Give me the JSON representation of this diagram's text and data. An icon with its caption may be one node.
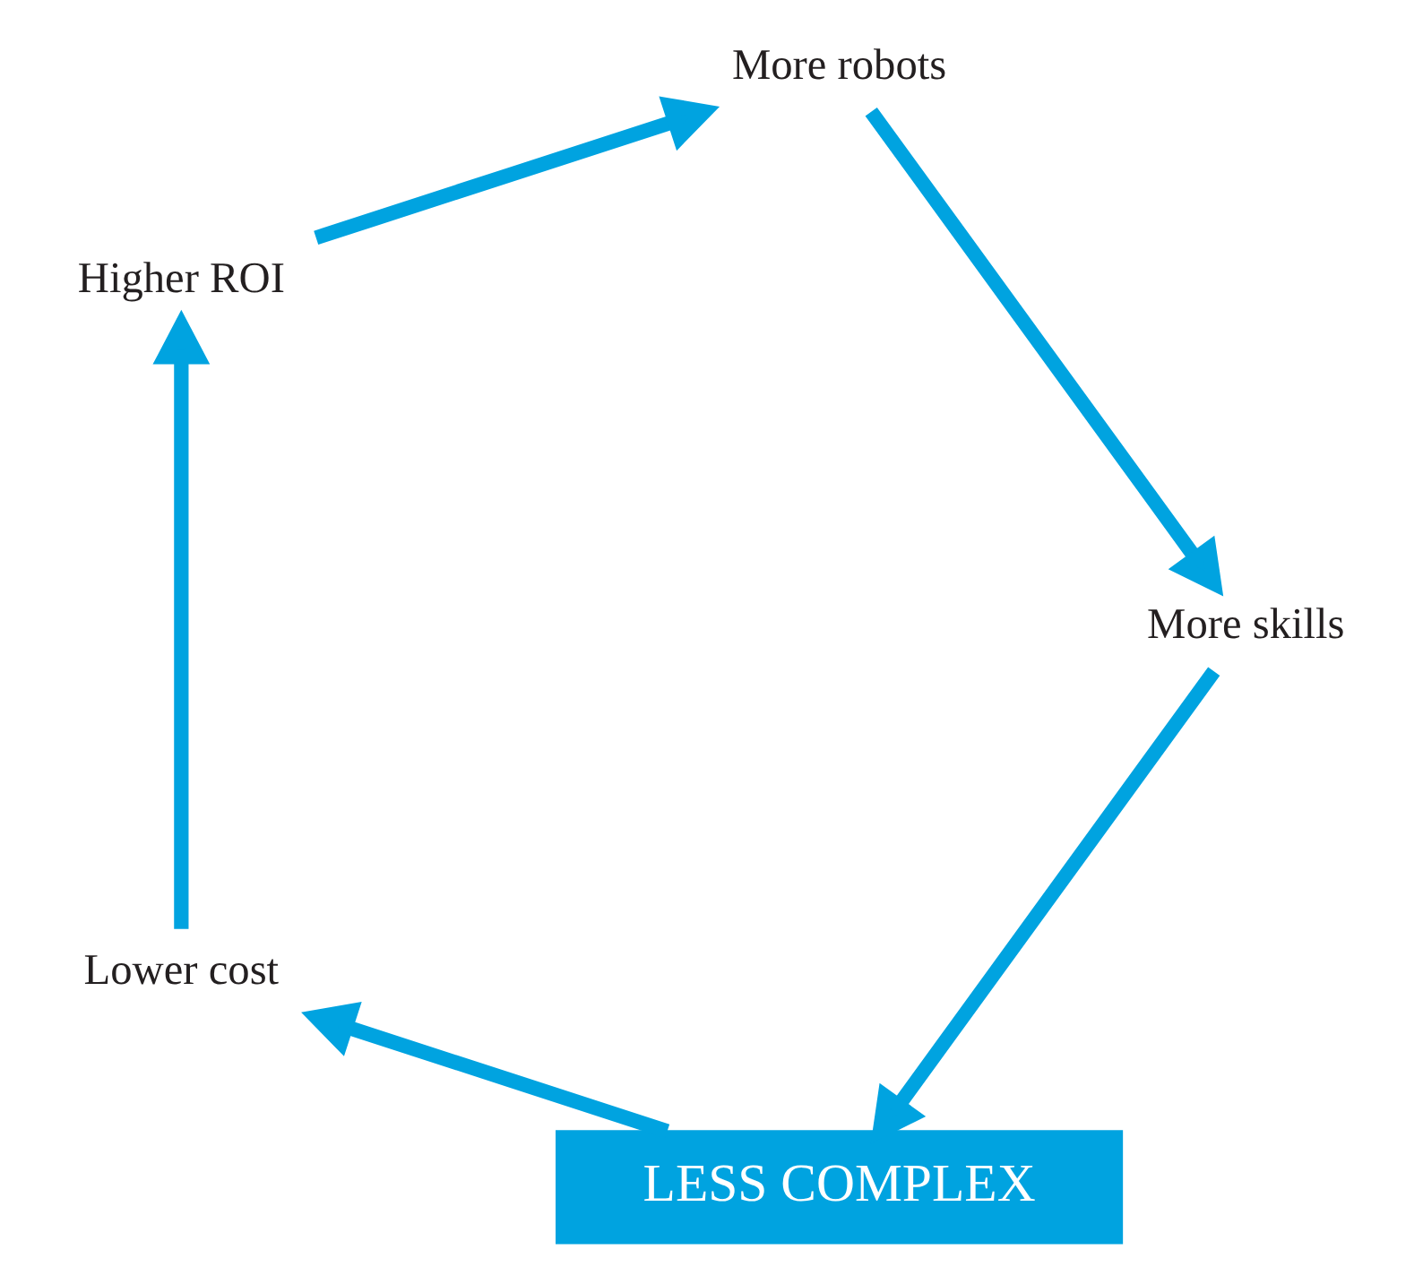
{
  "diagram": {
    "nodes": [
      {
        "text": [
          "LESS COMPLEX"
        ]
      },
      {
        "text": [
          "Lower cost"
        ]
      },
      {
        "text": [
          "Higher ROI"
        ]
      },
      {
        "text": [
          "More robots"
        ]
      },
      {
        "text": [
          "More skills"
        ]
      }
    ],
    "edges": [
      {
        "from": 0,
        "to": 1,
        "arrow": "to"
      },
      {
        "from": 1,
        "to": 2,
        "arrow": "to"
      },
      {
        "from": 2,
        "to": 3,
        "arrow": "to"
      },
      {
        "from": 3,
        "to": 4,
        "arrow": "to"
      },
      {
        "from": 4,
        "to": 0,
        "arrow": "to"
      }
    ]
  }
}
